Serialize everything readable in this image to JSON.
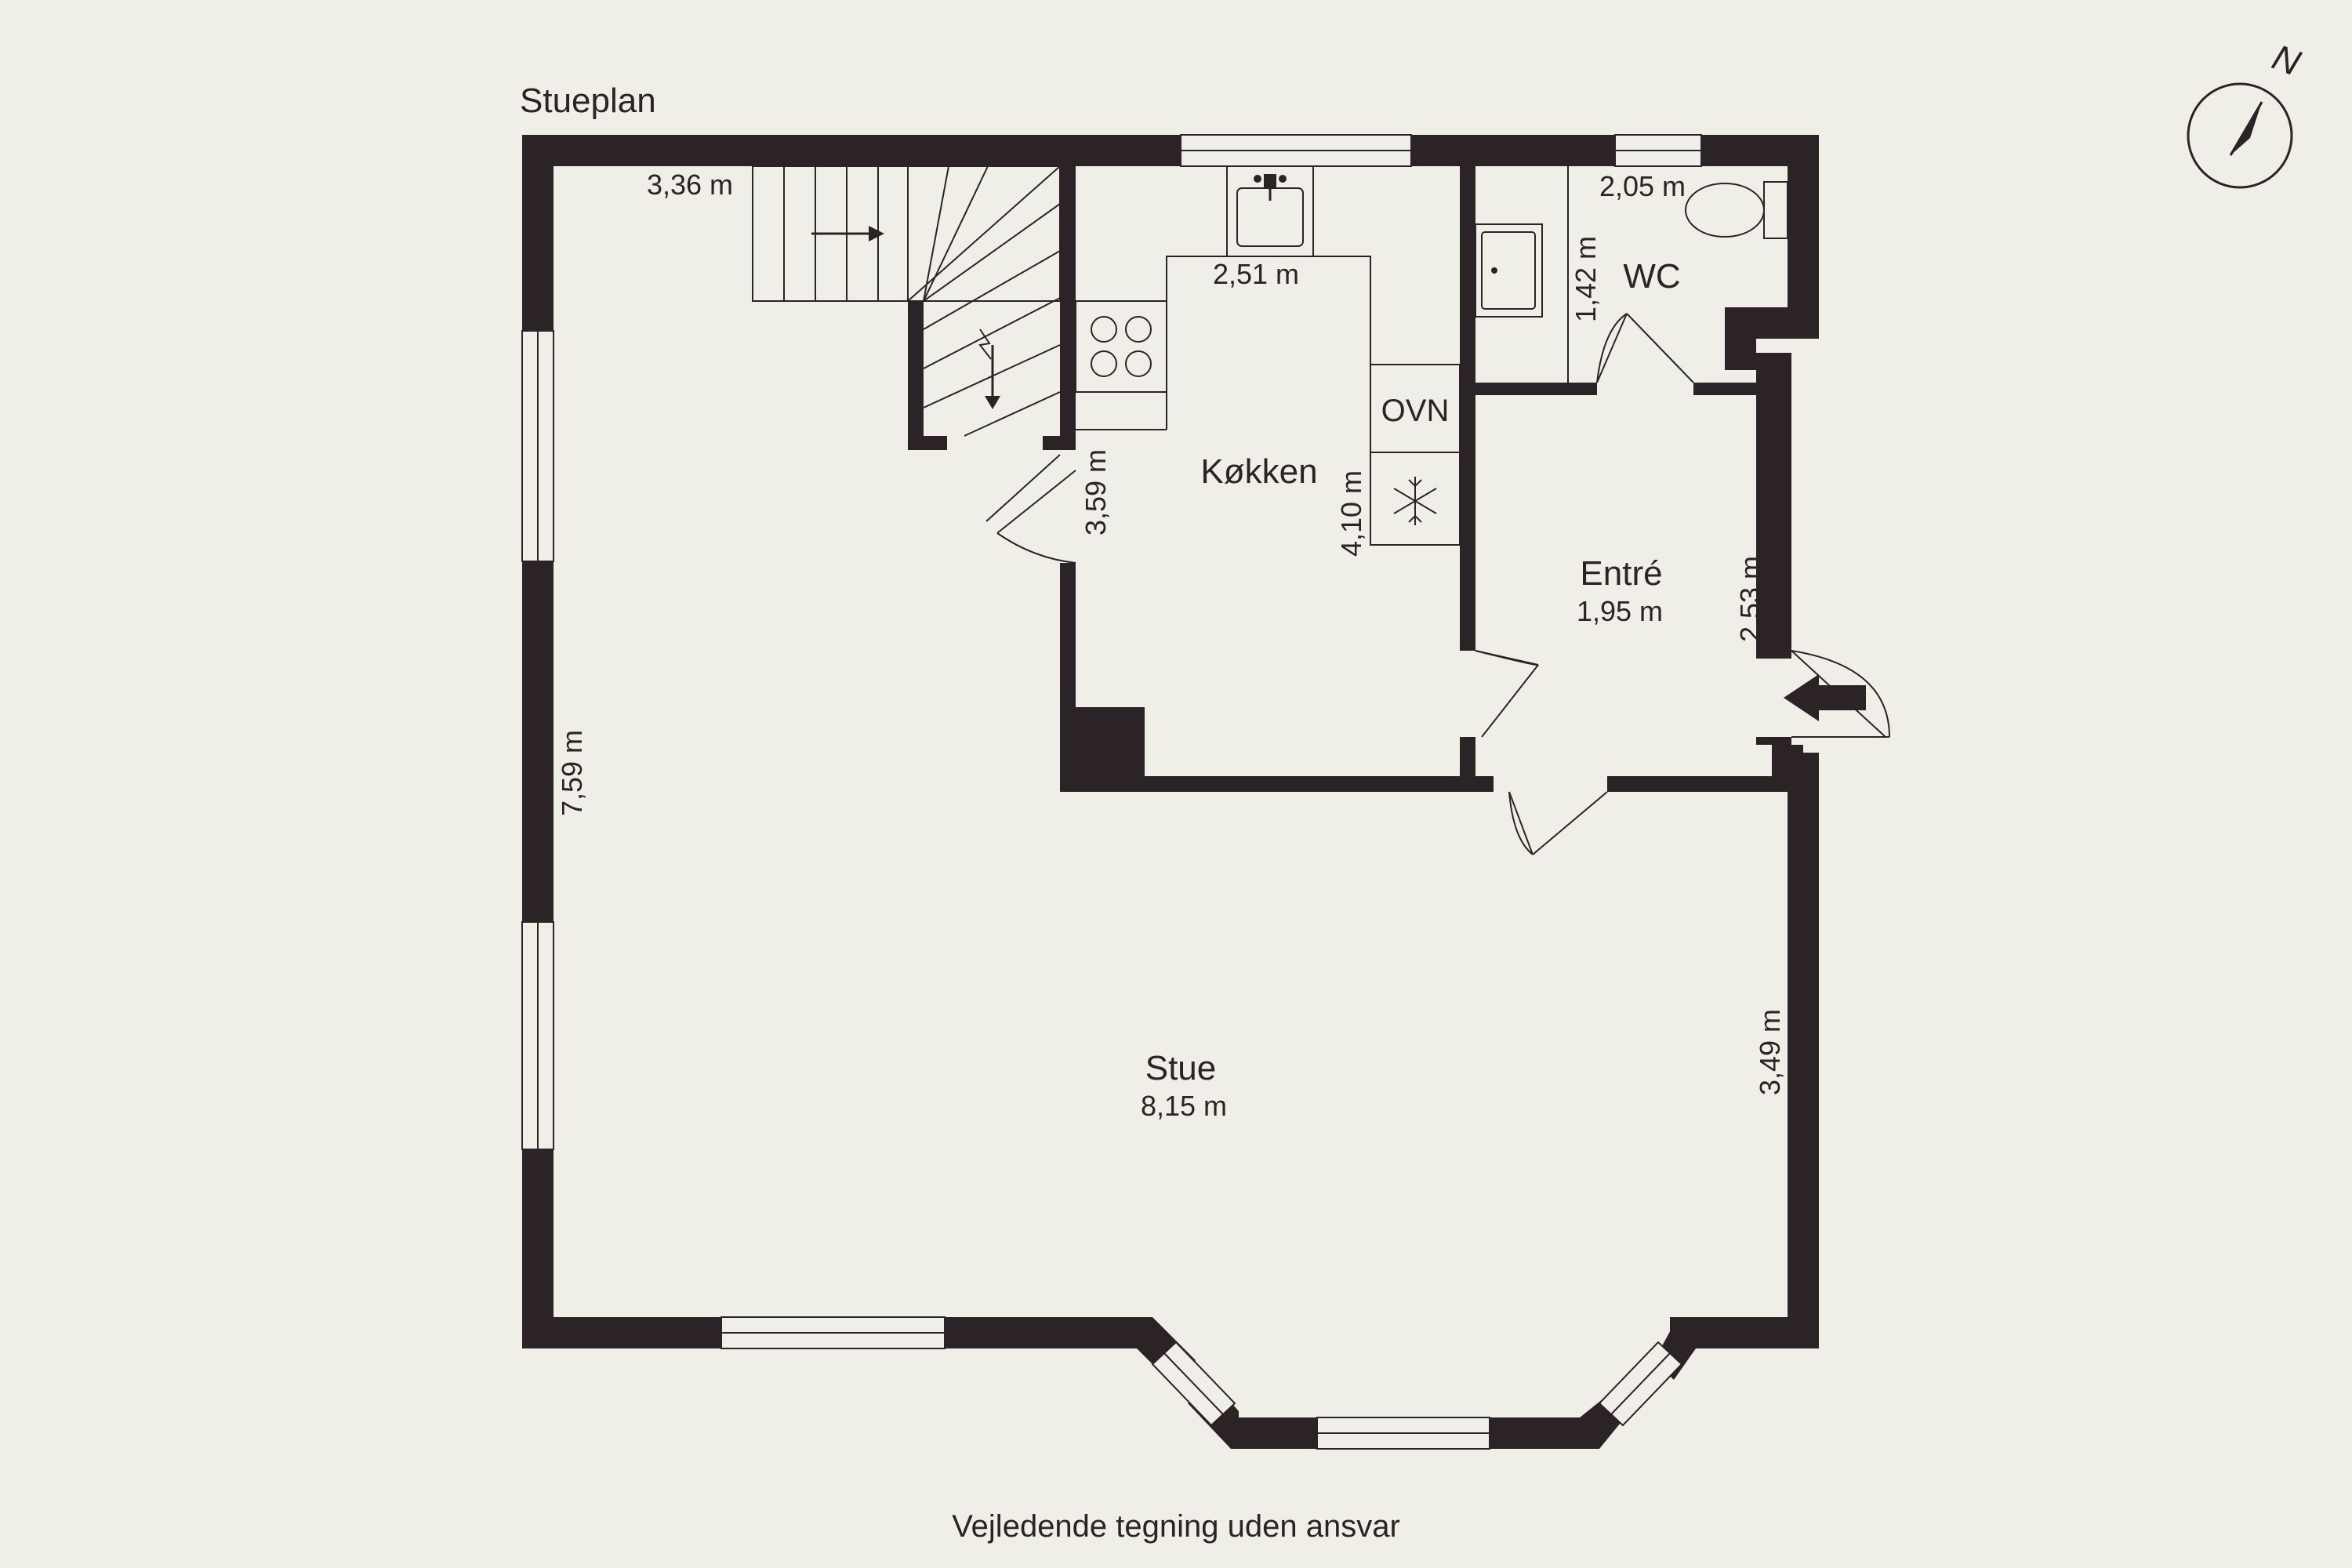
{
  "plan": {
    "title": "Stueplan",
    "footer": "Vejledende tegning uden ansvar",
    "compass_label": "N",
    "colors": {
      "background": "#f0efe7",
      "wall": "#2b2326"
    },
    "rooms": {
      "kitchen": {
        "name": "Køkken"
      },
      "wc": {
        "name": "WC"
      },
      "entre": {
        "name": "Entré",
        "dim": "1,95 m"
      },
      "stue": {
        "name": "Stue",
        "dim": "8,15 m"
      }
    },
    "appliances": {
      "oven": "OVN"
    },
    "dims": {
      "stair_width": "3,36 m",
      "kitchen_top": "2,51 m",
      "wc_width": "2,05 m",
      "wc_depth": "1,42 m",
      "kitchen_left": "3,59 m",
      "kitchen_right": "4,10 m",
      "entre_right": "2,53 m",
      "stue_left": "7,59 m",
      "stue_right": "3,49 m"
    }
  }
}
